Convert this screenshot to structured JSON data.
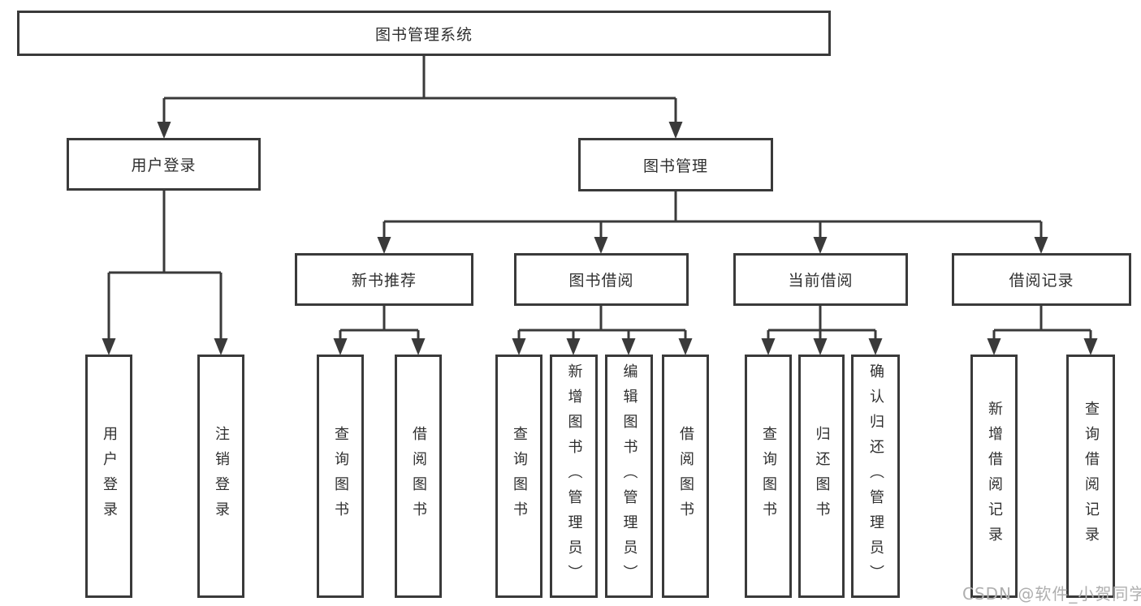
{
  "diagram": {
    "root": "图书管理系统",
    "level2": {
      "user_login": "用户登录",
      "book_mgmt": "图书管理"
    },
    "level3": {
      "new_books": "新书推荐",
      "book_borrow": "图书借阅",
      "current_borrow": "当前借阅",
      "borrow_records": "借阅记录"
    },
    "leaves": {
      "login_user_login": "用户登录",
      "login_logout": "注销登录",
      "nb_query_books": "查询图书",
      "nb_borrow_books": "借阅图书",
      "bw_query_books": "查询图书",
      "bw_add_books": "新增图书（管理员）",
      "bw_edit_books": "编辑图书（管理员）",
      "bw_borrow_books": "借阅图书",
      "cu_query_books": "查询图书",
      "cu_return_books": "归还图书",
      "cu_confirm_return": "确认归还（管理员）",
      "rc_add_record": "新增借阅记录",
      "rc_query_record": "查询借阅记录"
    }
  },
  "watermark": "CSDN @软件_小贺同学",
  "colors": {
    "line": "#3a3a3a",
    "text": "#2f2f2f",
    "watermark": "#afafaf",
    "background": "#ffffff"
  }
}
